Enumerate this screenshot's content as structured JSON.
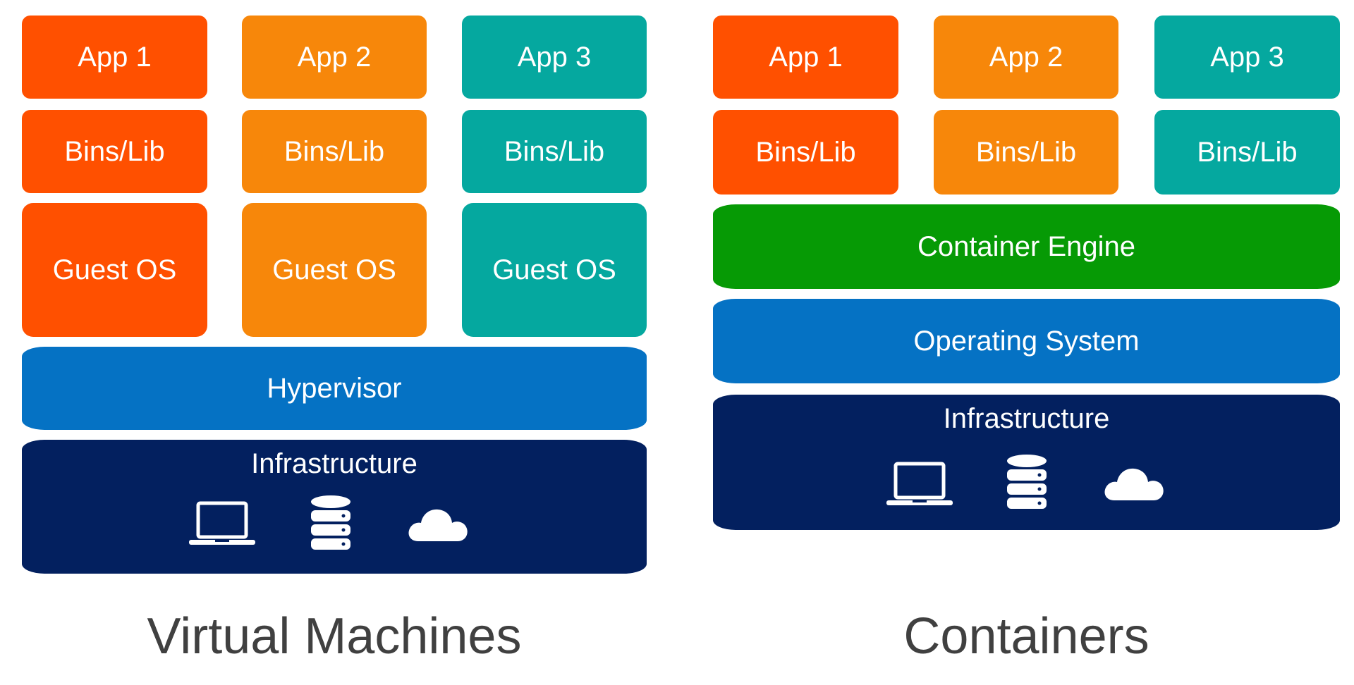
{
  "colors": {
    "app1": "#FF5000",
    "app2": "#F7870A",
    "app3": "#05A89F",
    "engine": "#069A05",
    "os": "#0572C4",
    "infrastructure": "#03205F",
    "caption": "#404040"
  },
  "vm": {
    "columns": [
      {
        "app": "App 1",
        "bins": "Bins/Lib",
        "guest_os": "Guest OS"
      },
      {
        "app": "App 2",
        "bins": "Bins/Lib",
        "guest_os": "Guest OS"
      },
      {
        "app": "App 3",
        "bins": "Bins/Lib",
        "guest_os": "Guest OS"
      }
    ],
    "hypervisor": "Hypervisor",
    "infrastructure": "Infrastructure",
    "caption": "Virtual Machines",
    "icons": [
      "laptop-icon",
      "database-icon",
      "cloud-icon"
    ]
  },
  "containers": {
    "columns": [
      {
        "app": "App 1",
        "bins": "Bins/Lib"
      },
      {
        "app": "App 2",
        "bins": "Bins/Lib"
      },
      {
        "app": "App 3",
        "bins": "Bins/Lib"
      }
    ],
    "engine": "Container Engine",
    "operating_system": "Operating System",
    "infrastructure": "Infrastructure",
    "caption": "Containers",
    "icons": [
      "laptop-icon",
      "database-icon",
      "cloud-icon"
    ]
  }
}
